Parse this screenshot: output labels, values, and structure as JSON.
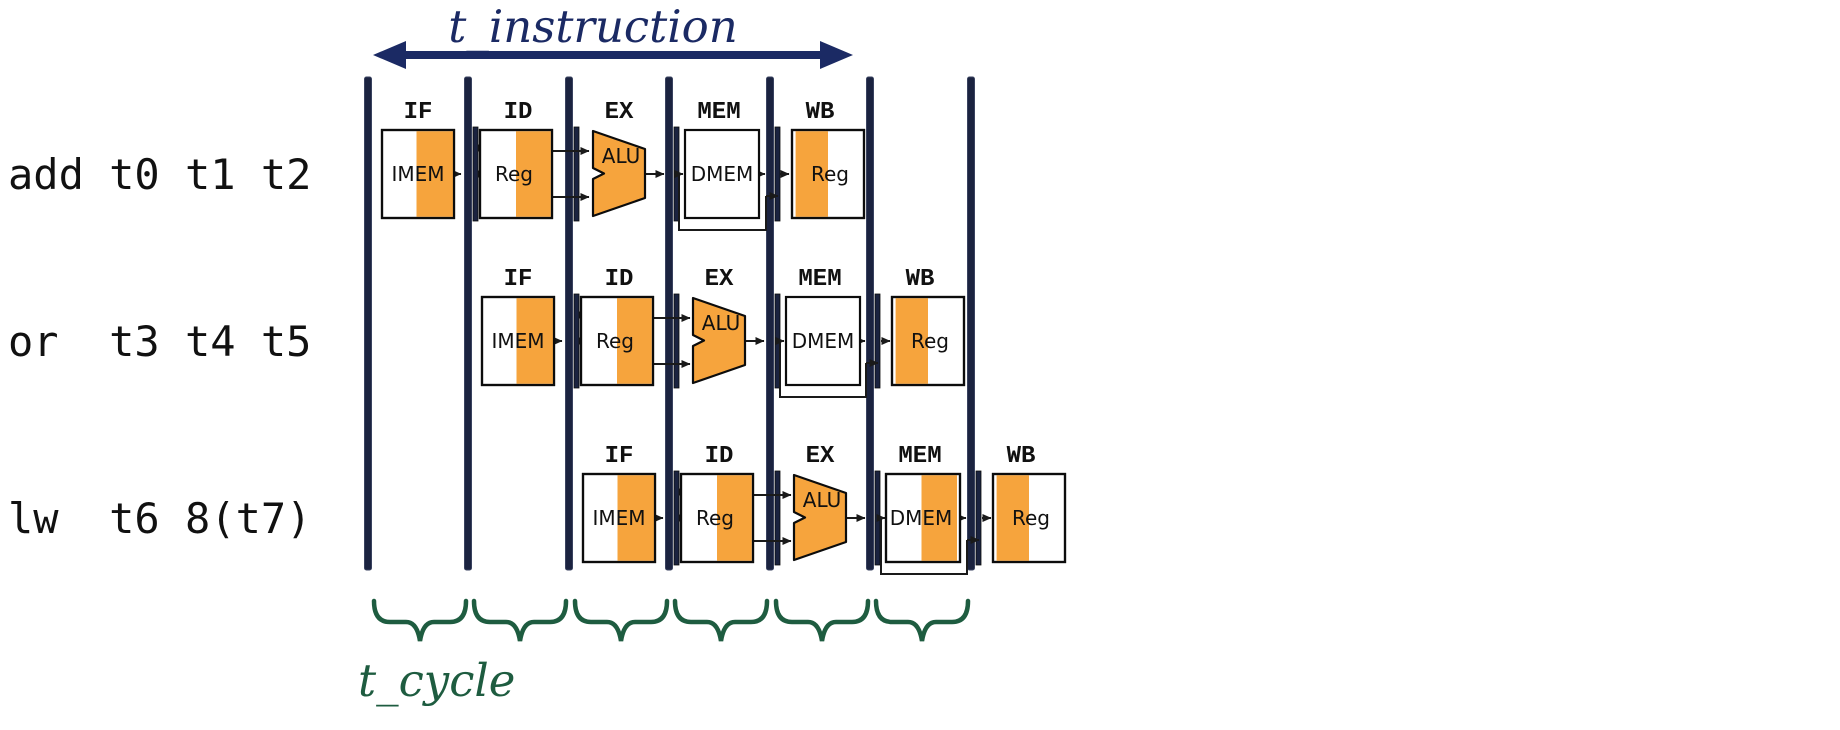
{
  "title_top": "t_instruction",
  "title_bottom": "t_cycle",
  "colors": {
    "accent_orange": "#F6A43D",
    "bar_navy": "#1B2340",
    "arrow_navy": "#1B2A64",
    "brace_green": "#1E5C40",
    "wire_black": "#1a1a1a"
  },
  "rows": [
    {
      "instruction": "add t0 t1 t2",
      "stages": [
        "IF",
        "ID",
        "EX",
        "MEM",
        "WB"
      ],
      "units": [
        "IMEM",
        "Reg",
        "ALU",
        "DMEM",
        "Reg"
      ]
    },
    {
      "instruction": "or  t3 t4 t5",
      "stages": [
        "IF",
        "ID",
        "EX",
        "MEM",
        "WB"
      ],
      "units": [
        "IMEM",
        "Reg",
        "ALU",
        "DMEM",
        "Reg"
      ]
    },
    {
      "instruction": "lw  t6 8(t7)",
      "stages": [
        "IF",
        "ID",
        "EX",
        "MEM",
        "WB"
      ],
      "units": [
        "IMEM",
        "Reg",
        "ALU",
        "DMEM",
        "Reg"
      ]
    }
  ]
}
